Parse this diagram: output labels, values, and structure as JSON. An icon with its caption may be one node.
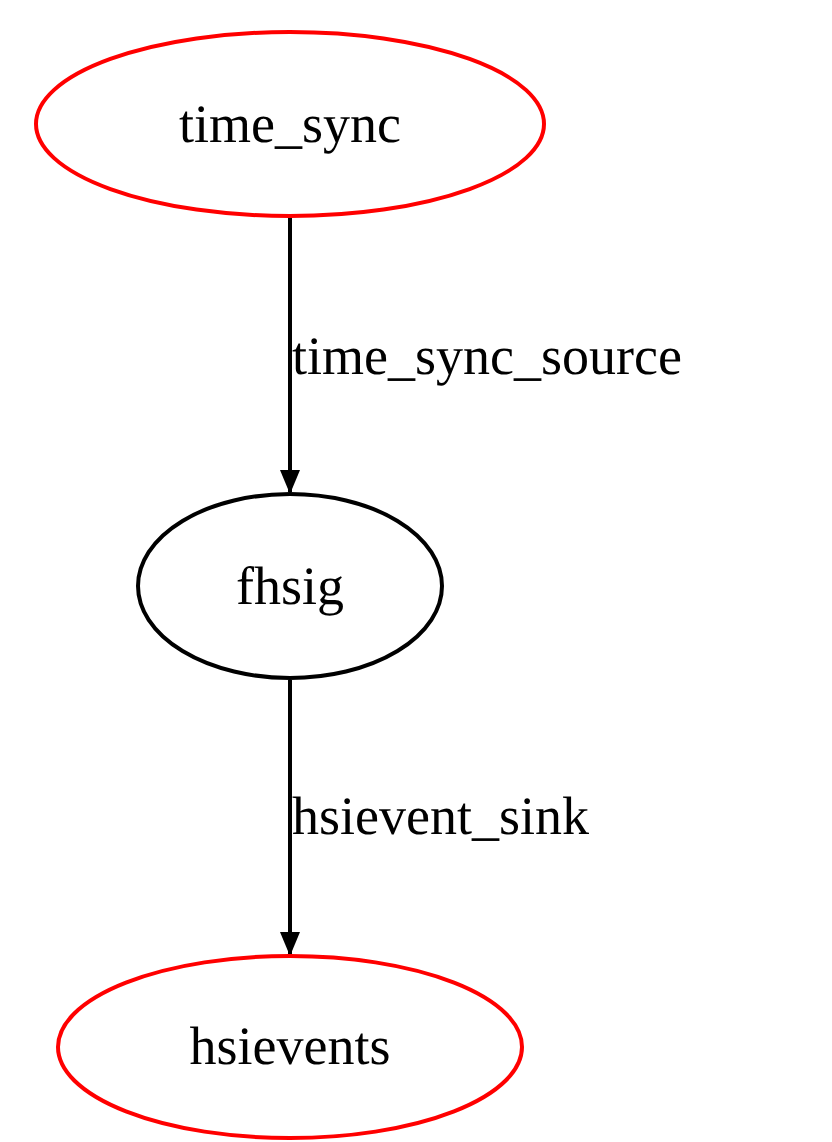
{
  "diagram": {
    "nodes": [
      {
        "text": [
          "time_sync"
        ]
      },
      {
        "text": [
          "fhsig"
        ]
      },
      {
        "text": [
          "hsievents"
        ]
      }
    ],
    "edges": [
      {
        "from": 0,
        "to": 1,
        "arrow": "to",
        "label": "time_sync_source"
      },
      {
        "from": 1,
        "to": 2,
        "arrow": "to",
        "label": "hsievent_sink"
      }
    ]
  }
}
